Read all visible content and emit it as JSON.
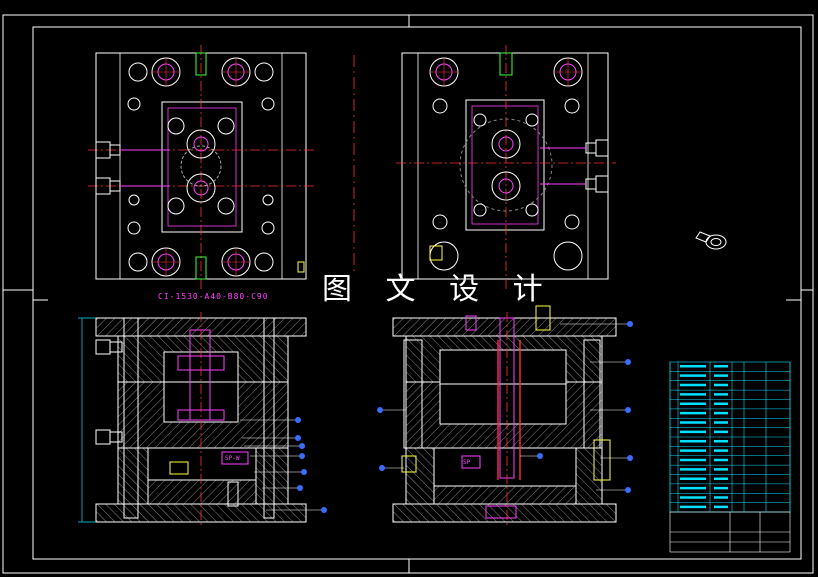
{
  "drawing": {
    "watermark": "图 文 设 计",
    "top_view_caption": "CI-1530-A40-B80-C90",
    "colors": {
      "frame": "#ffffff",
      "outline": "#ffffff",
      "centerline": "#ff3030",
      "hatch": "#d0d0d0",
      "part": "#ff40ff",
      "dimension": "#00e0ff",
      "balloon": "#3a6bff",
      "yellow": "#ffff40",
      "green": "#40ff40"
    }
  },
  "title_block": {
    "rows": 16,
    "columns": 6
  }
}
